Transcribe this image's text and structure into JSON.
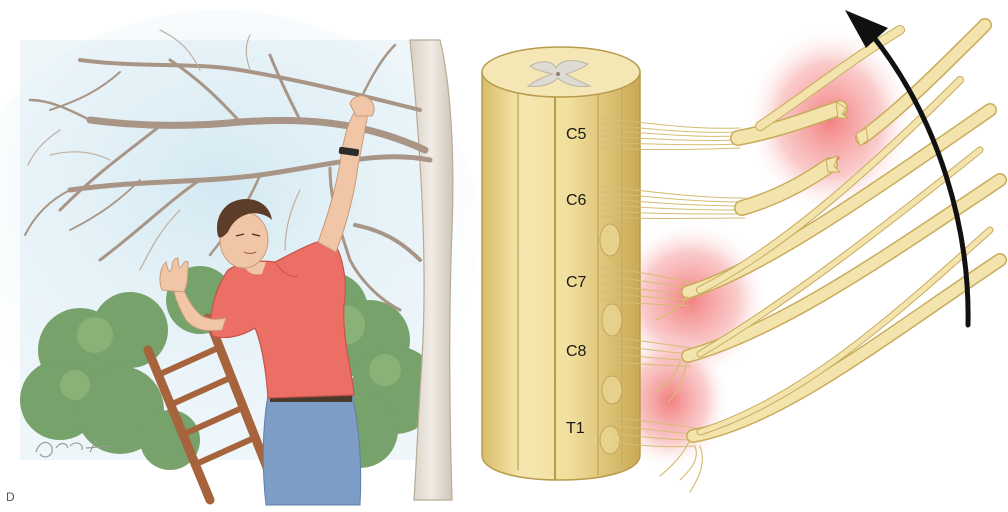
{
  "figure": {
    "spinal_levels": [
      "C5",
      "C6",
      "C7",
      "C8",
      "T1"
    ],
    "corner_mark": "D"
  },
  "colors": {
    "cord": "#f1e0a0",
    "cord_shadow": "#d5b965",
    "nerve": "#f3e4ad",
    "injury_glow": "#f06a6a",
    "shirt": "#ec6f66",
    "sky": "#c9e4ef",
    "foliage": "#6b9a5c",
    "jeans": "#7d9dc7",
    "arrow": "#111111"
  }
}
